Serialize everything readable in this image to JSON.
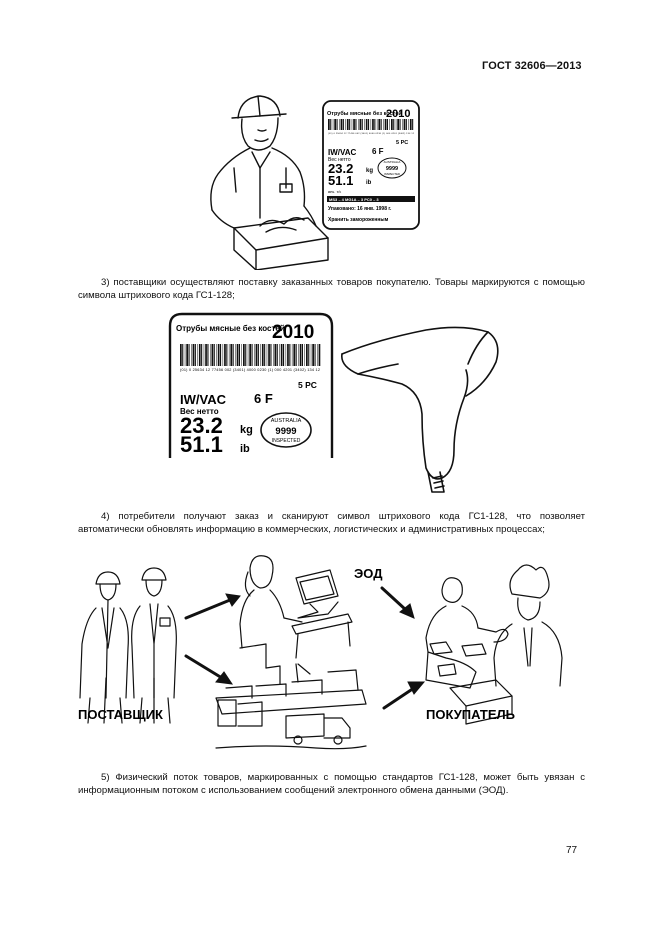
{
  "header": {
    "standard": "ГОСТ 32606—2013"
  },
  "label_small": {
    "product": "Отрубы мясные без костей",
    "code": "2010",
    "barcode_digits": "(01) 0 25634 12 77456 002 (3401) 4000 0230 (1) 000 4201 (3402) 134 12",
    "pieces": "5 PC",
    "pack": "IW/VAC",
    "grade": "6 F",
    "weight_label": "Вес нетто",
    "kg_value": "23.2",
    "kg_unit": "kg",
    "lb_value": "51.1",
    "lb_unit": "ib",
    "stamp_top": "AUSTRALIA",
    "stamp_num": "9999",
    "stamp_bottom": "INSPECTED",
    "handwritten": "ʀᴇɢ. ʏ/ʟ",
    "bar_line": "MS3 – 4 MG1A – 3 PC0 – 3",
    "packed": "Упаковано: 16 янв. 1998 г.",
    "storage": "Хранить замороженным"
  },
  "paragraphs": {
    "p3": "3) поставщики осуществляют поставку заказанных товаров покупателю. Товары маркируются с помощью символа штрихового кода ГС1-128;",
    "p4": "4) потребители получают заказ и сканируют символ штрихового кода ГС1-128, что позволяет автоматически обновлять информацию в коммерческих, логистических и административных процессах;",
    "p5": "5) Физический поток товаров, маркированных с помощью стандартов ГС1-128, может быть увязан с информационным потоком с использованием сообщений электронного обмена данными (ЭОД)."
  },
  "label_large": {
    "product": "Отрубы мясные без костей",
    "code": "2010",
    "barcode_digits": "(01) 0 25634 12 77456 002 (3401) 4000 0230 (1) 000 4201 (3402) 134 12",
    "pieces": "5 PC",
    "pack": "IW/VAC",
    "grade": "6 F",
    "weight_label": "Вес нетто",
    "kg_value": "23.2",
    "kg_unit": "kg",
    "lb_value": "51.1",
    "lb_unit": "ib",
    "stamp_top": "AUSTRALIA",
    "stamp_num": "9999",
    "stamp_bottom": "INSPECTED"
  },
  "flow": {
    "supplier": "ПОСТАВЩИК",
    "buyer": "ПОКУПАТЕЛЬ",
    "edi": "ЭОД"
  },
  "page_number": "77"
}
